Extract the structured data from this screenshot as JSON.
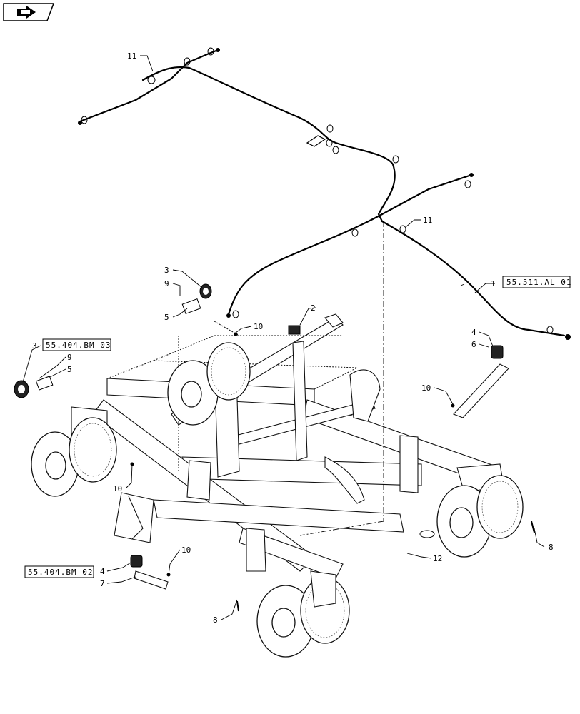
{
  "nav": {
    "icon": "arrow-next-icon"
  },
  "callouts": [
    {
      "id": "c11a",
      "text": "11"
    },
    {
      "id": "c11b",
      "text": "11"
    },
    {
      "id": "c1",
      "text": "1"
    },
    {
      "id": "c2",
      "text": "2"
    },
    {
      "id": "c3a",
      "text": "3"
    },
    {
      "id": "c9a",
      "text": "9"
    },
    {
      "id": "c5a",
      "text": "5"
    },
    {
      "id": "c10a",
      "text": "10"
    },
    {
      "id": "c3b",
      "text": "3"
    },
    {
      "id": "c9b",
      "text": "9"
    },
    {
      "id": "c5b",
      "text": "5"
    },
    {
      "id": "c4a",
      "text": "4"
    },
    {
      "id": "c6",
      "text": "6"
    },
    {
      "id": "c10b",
      "text": "10"
    },
    {
      "id": "c10c",
      "text": "10"
    },
    {
      "id": "c4b",
      "text": "4"
    },
    {
      "id": "c7",
      "text": "7"
    },
    {
      "id": "c10d",
      "text": "10"
    },
    {
      "id": "c12",
      "text": "12"
    },
    {
      "id": "c8a",
      "text": "8"
    },
    {
      "id": "c8b",
      "text": "8"
    }
  ],
  "refs": {
    "harness": "55.511.AL 01",
    "left_lamp": "55.404.BM 03",
    "rear_lamp": "55.404.BM 02"
  }
}
